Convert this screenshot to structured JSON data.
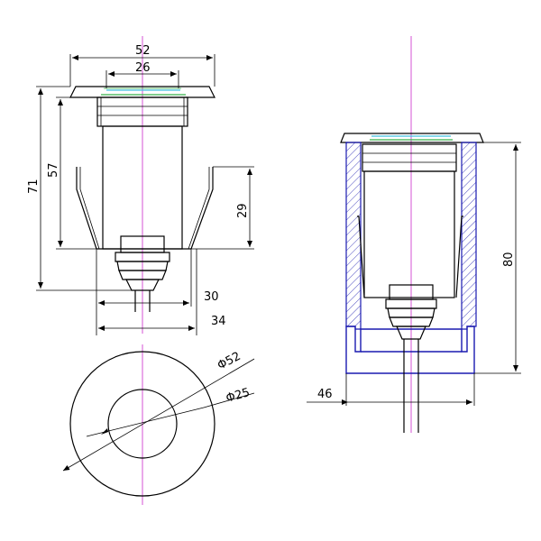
{
  "dimensions": {
    "top_width": "52",
    "inner_width": "26",
    "height_overall": "71",
    "height_body": "57",
    "height_sleeve": "29",
    "bottom_width_1": "30",
    "bottom_width_2": "34",
    "diameter_outer": "Φ52",
    "diameter_inner": "Φ25",
    "installed_height": "80",
    "installed_width": "46"
  },
  "colors": {
    "outline": "#000000",
    "centerline": "#d040d0",
    "sleeve": "#1a1ab0",
    "lens_green": "#36b04a",
    "lens_cyan": "#40c0e0"
  }
}
